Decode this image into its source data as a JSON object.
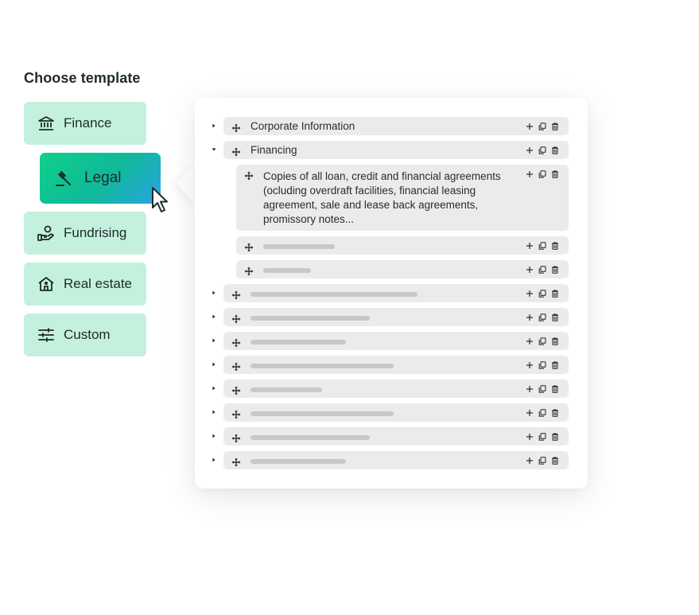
{
  "heading": "Choose template",
  "templates": [
    {
      "label": "Finance",
      "icon": "bank-icon"
    },
    {
      "label": "Legal",
      "icon": "gavel-icon",
      "selected": true
    },
    {
      "label": "Fundrising",
      "icon": "hand-coin-icon"
    },
    {
      "label": "Real estate",
      "icon": "house-icon"
    },
    {
      "label": "Custom",
      "icon": "sliders-icon"
    }
  ],
  "colors": {
    "template_bg": "#c3f1de",
    "active_gradient_start": "#11cf8a",
    "active_gradient_end": "#2aa3e8",
    "row_bg": "#ebebeb",
    "placeholder": "#c8c8c8"
  },
  "tree": {
    "items": [
      {
        "label": "Corporate Information",
        "expanded": false
      },
      {
        "label": "Financing",
        "expanded": true,
        "children": [
          {
            "text": "Copies of all loan, credit and financial agreements (ocluding overdraft facilities, financial leasing agreement, sale and lease back agreements, promissory notes..."
          },
          {
            "text": ""
          },
          {
            "text": ""
          }
        ]
      },
      {
        "label": ""
      },
      {
        "label": ""
      },
      {
        "label": ""
      },
      {
        "label": ""
      },
      {
        "label": ""
      },
      {
        "label": ""
      },
      {
        "label": ""
      },
      {
        "label": ""
      }
    ]
  }
}
